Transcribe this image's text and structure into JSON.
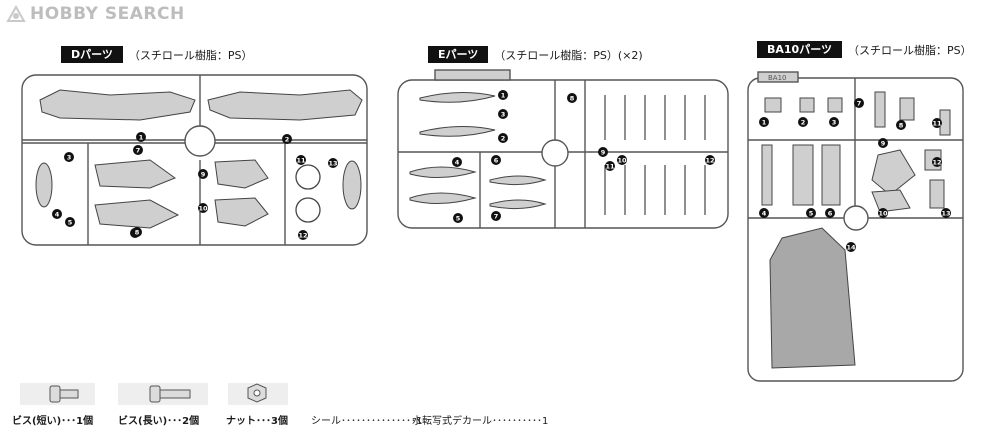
{
  "site": {
    "logo_text": "HOBBY SEARCH"
  },
  "parts": [
    {
      "id": "D",
      "tag": "Dパーツ",
      "material": "（スチロール樹脂：PS）"
    },
    {
      "id": "E",
      "tag": "Eパーツ",
      "material": "（スチロール樹脂：PS）(×2)"
    },
    {
      "id": "BA10",
      "tag": "BA10パーツ",
      "material": "（スチロール樹脂：PS）"
    }
  ],
  "runner_d_numbers": [
    "1",
    "2",
    "3",
    "4",
    "5",
    "6",
    "7",
    "8",
    "9",
    "10",
    "11",
    "12",
    "13"
  ],
  "runner_e_numbers": [
    "1",
    "2",
    "3",
    "4",
    "5",
    "6",
    "7",
    "8",
    "9",
    "10",
    "11",
    "12"
  ],
  "runner_ba_numbers": [
    "1",
    "2",
    "3",
    "4",
    "5",
    "6",
    "7",
    "8",
    "9",
    "10",
    "11",
    "12",
    "13",
    "14"
  ],
  "runner_ba_label": "BA10",
  "accessories": [
    {
      "label": "ビス(短い)･･･1個"
    },
    {
      "label": "ビス(長い)･･･2個"
    },
    {
      "label": "ナット･･･3個"
    },
    {
      "label": "シール･･･････････････1"
    },
    {
      "label": "水転写式デカール･･････････1"
    }
  ]
}
